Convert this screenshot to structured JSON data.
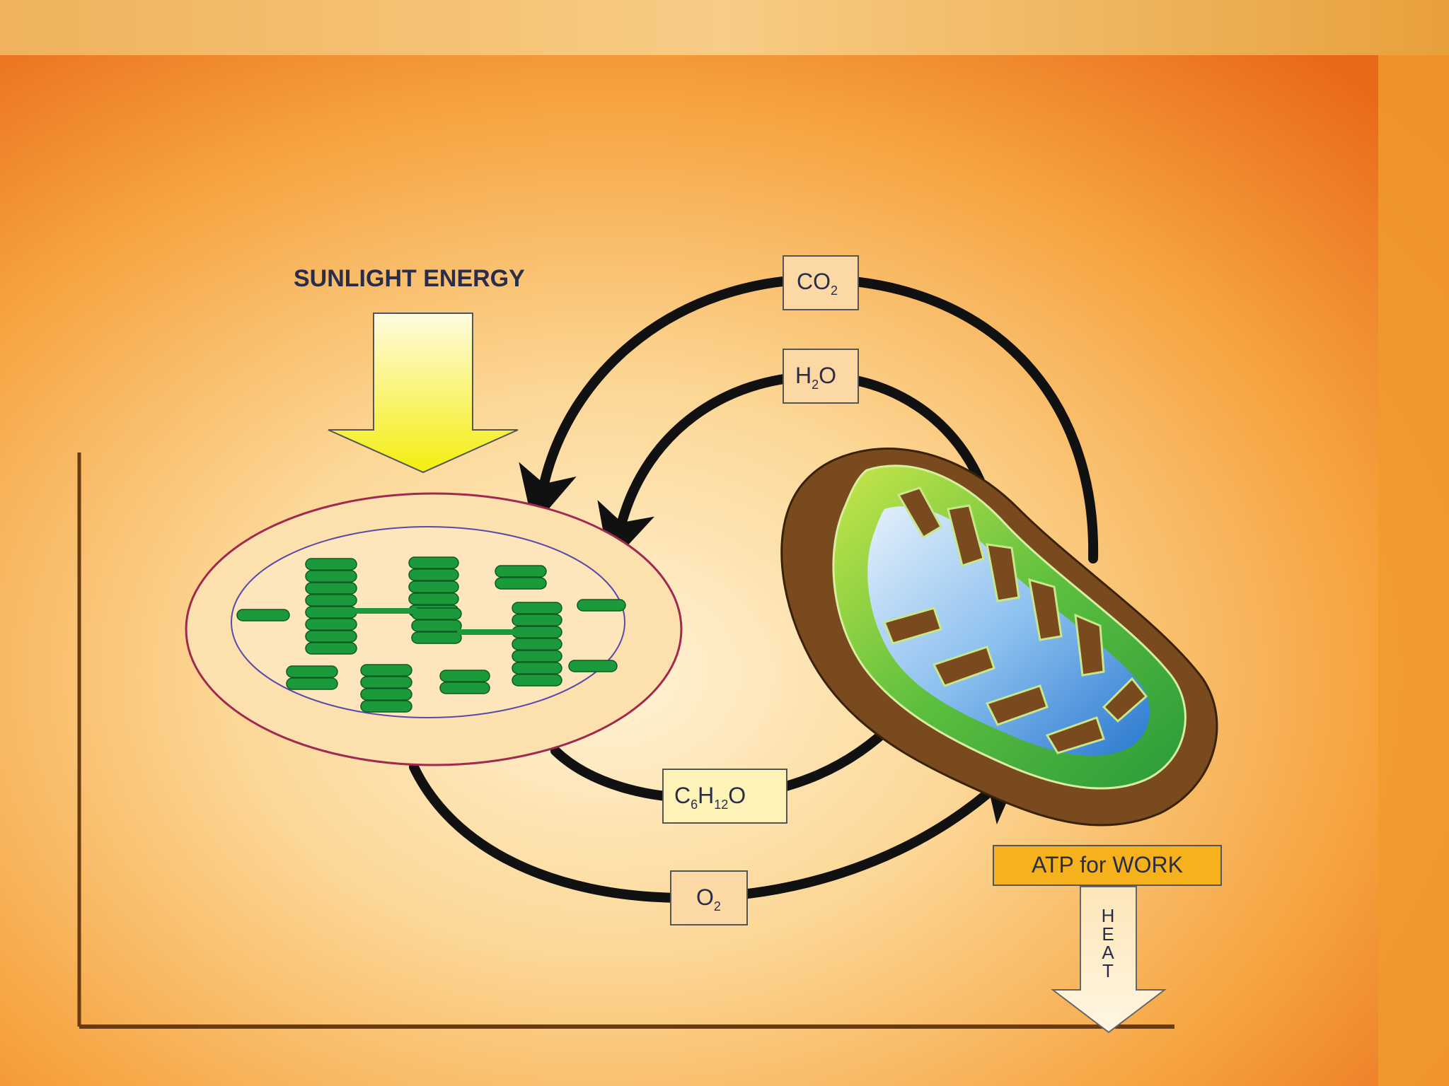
{
  "title": "SUNLIGHT ENERGY",
  "labels": {
    "co2": {
      "main": "CO",
      "sub": "2"
    },
    "h2o": {
      "pre": "H",
      "sub": "2",
      "post": "O"
    },
    "glucose": {
      "c": "C",
      "c_sub": "6",
      "h": "H",
      "h_sub": "12",
      "o": "O"
    },
    "o2": {
      "main": "O",
      "sub": "2"
    },
    "atp": "ATP for WORK",
    "heat": [
      "H",
      "E",
      "A",
      "T"
    ]
  },
  "colors": {
    "frame_top": "#e9a444",
    "background_center": "#fde3b2",
    "background_edge": "#ef7a1c",
    "arrow": "#111111",
    "sun_arrow": "#f7f21a",
    "thylakoid": "#1a9a3a",
    "chloroplast_outline": "#a0294f",
    "mito_outer": "#7a4a1f",
    "mito_inner_green": "#8ccc3a",
    "mito_matrix_blue": "#5aa6e6",
    "label_box_bg": "#fbd8a4",
    "glucose_box_bg": "#fdf2b8",
    "atp_box_bg": "#f6b21c",
    "heat_arrow": "#fdf2d6"
  }
}
